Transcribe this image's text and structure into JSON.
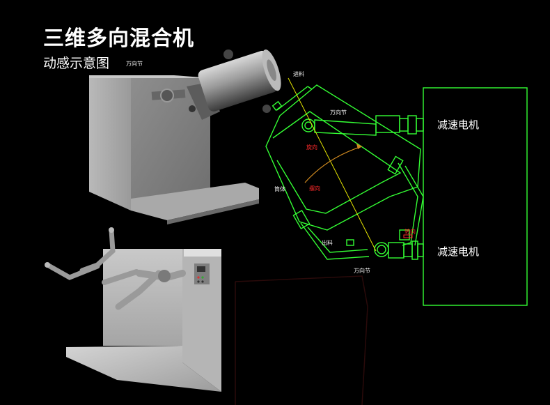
{
  "header": {
    "title": "三维多向混合机",
    "subtitle": "动感示意图"
  },
  "labels": {
    "universal_joint_top_left": "万向节",
    "feed_in": "进料",
    "universal_joint_top": "万向节",
    "rotation": "旋向",
    "barrel": "筒体",
    "swing": "摆向",
    "discharge": "出料",
    "spin": "转向",
    "universal_joint_bottom": "万向节",
    "motor_top": "减速电机",
    "motor_bottom": "减速电机"
  },
  "colors": {
    "background": "#000000",
    "schematic_line": "#34ff34",
    "highlight_red": "#ff2a2a",
    "axis_yellow": "#e6e600"
  }
}
